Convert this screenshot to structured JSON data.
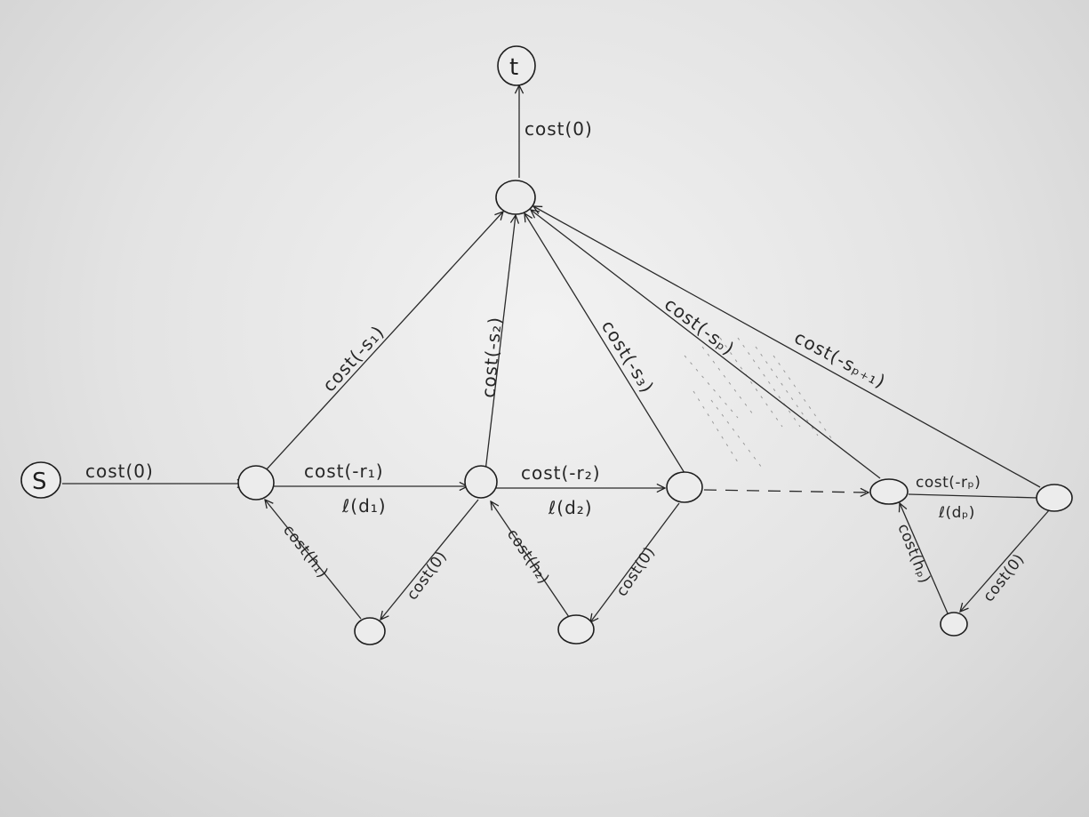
{
  "diagram": {
    "nodes": {
      "s": "S",
      "t": "t"
    },
    "edge_labels": {
      "s_to_1": "cost(0)",
      "sink_to_t": "cost(0)",
      "e1_2_cost": "cost(-r₁)",
      "e1_2_len": "ℓ(d₁)",
      "e2_3_cost": "cost(-r₂)",
      "e2_3_len": "ℓ(d₂)",
      "ep_cost": "cost(-rₚ)",
      "ep_len": "ℓ(dₚ)",
      "s1": "cost(-s₁)",
      "s2": "cost(-s₂)",
      "s3": "cost(-s₃)",
      "sp": "cost(-sₚ)",
      "sp1": "cost(-sₚ₊₁)",
      "h1": "cost(h₁)",
      "h2": "cost(h₂)",
      "hp": "cost(hₚ)",
      "c0_1": "cost(0)",
      "c0_2": "cost(0)",
      "c0_p": "cost(0)"
    }
  }
}
